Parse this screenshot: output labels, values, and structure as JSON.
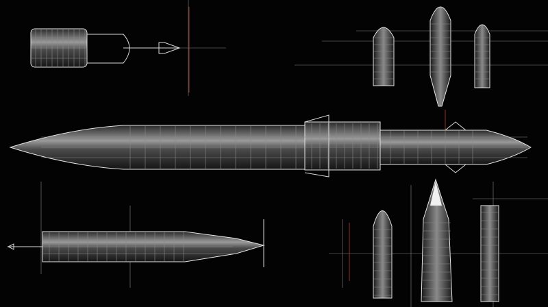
{
  "colors": {
    "background": "#030303",
    "linework": "#d9d9d9",
    "construction_lines": "#8a8a8a",
    "accent_lines": "#b3413a"
  },
  "views": [
    {
      "id": "main-rocket-side-view",
      "icon": "rocket-side-view"
    },
    {
      "id": "engine-detail-view",
      "icon": "engine-nozzle"
    },
    {
      "id": "rocket-top-views",
      "icon": "rocket-top-view"
    },
    {
      "id": "booster-side-view",
      "icon": "booster-side-view"
    },
    {
      "id": "rocket-vertical-views",
      "icon": "rocket-vertical-view"
    }
  ]
}
